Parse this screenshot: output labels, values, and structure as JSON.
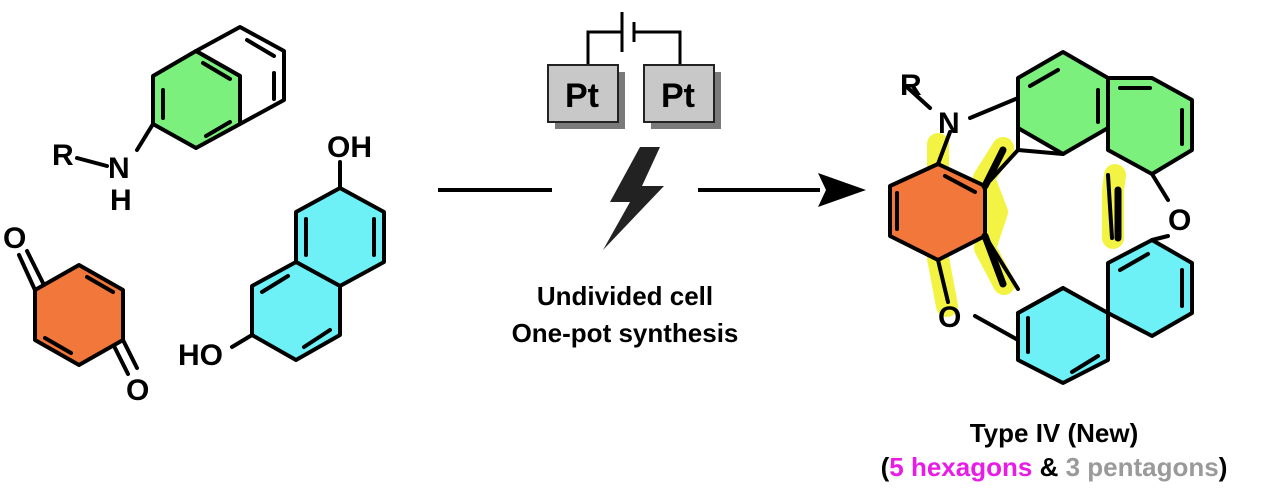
{
  "reactants": {
    "amine": {
      "r_label": "R",
      "n_label": "N",
      "h_label": "H",
      "color": "#7CF07C"
    },
    "quinone": {
      "o_top": "O",
      "o_bottom": "O",
      "color": "#F2773A"
    },
    "diol": {
      "oh_top": "OH",
      "oh_bottom": "HO",
      "color": "#6EF0F7"
    }
  },
  "electrodes": {
    "left": "Pt",
    "right": "Pt"
  },
  "conditions": {
    "line1": "Undivided cell",
    "line2": "One-pot synthesis"
  },
  "product": {
    "r_label": "R",
    "n_label": "N",
    "o_right": "O",
    "o_bottom": "O",
    "highlight_color": "#F3F33A"
  },
  "caption": {
    "title": "Type IV (New)",
    "open_paren": "(",
    "hexagons": "5 hexagons",
    "amp": " & ",
    "pentagons": "3 pentagons",
    "close_paren": ")",
    "hexagons_color": "#E81CE6",
    "pentagons_color": "#9A9A9A"
  }
}
